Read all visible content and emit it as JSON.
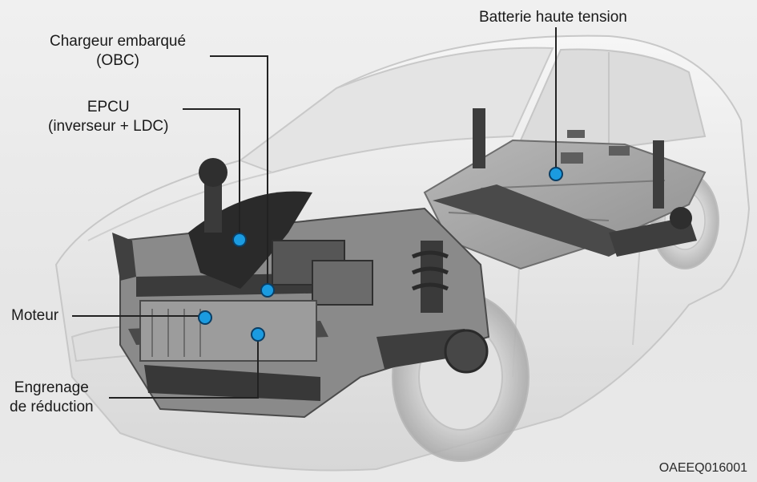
{
  "labels": {
    "obc": {
      "line1": "Chargeur embarqué",
      "line2": "(OBC)"
    },
    "epcu": {
      "line1": "EPCU",
      "line2": "(inverseur + LDC)"
    },
    "battery": {
      "line1": "Batterie haute tension"
    },
    "motor": {
      "line1": "Moteur"
    },
    "reduction_gear": {
      "line1": "Engrenage",
      "line2": "de réduction"
    }
  },
  "figure_code": "OAEEQ016001",
  "colors": {
    "marker_fill": "#1b9be0",
    "marker_stroke": "#0a3f66",
    "leader_line": "#222222",
    "background": "#ebebeb"
  }
}
